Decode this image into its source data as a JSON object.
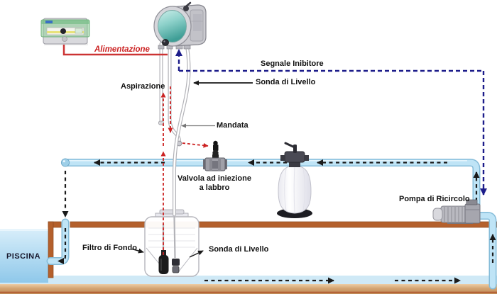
{
  "diagram": {
    "title_semantic": "pool-chemical-dosing-system-diagram",
    "labels": {
      "power": "Alimentazione",
      "suction": "Aspirazione",
      "inhibitor_signal": "Segnale Inibitore",
      "level_probe_top": "Sonda di Livello",
      "discharge": "Mandata",
      "injection_valve": "Valvola ad iniezione\na labbro",
      "recirculation_pump": "Pompa di Ricircolo",
      "bottom_filter": "Filtro di Fondo",
      "level_probe_bottom": "Sonda di Livello",
      "pool": "PISCINA"
    },
    "legend_colors": {
      "power_line": "#cc3333",
      "chemical_flow_dashed": "#cc2222",
      "inhibitor_signal_dashed": "#1c1c8a",
      "water_flow_dashed": "#1a1a1a",
      "pipe_fill": "#bfe4f6",
      "deck": "#b4602c",
      "pool_water": "#9ccfec",
      "dosing_pump_head": "#3f9e96",
      "sand_strip": "#d3a371"
    },
    "components": [
      "control-panel-box",
      "peristaltic-dosing-pump",
      "suction-tube",
      "discharge-tube",
      "level-probe-cable",
      "injection-valve",
      "sand-filter",
      "recirculation-pump",
      "chemical-tank",
      "foot-filter",
      "level-probe",
      "swimming-pool",
      "water-pipes"
    ]
  }
}
